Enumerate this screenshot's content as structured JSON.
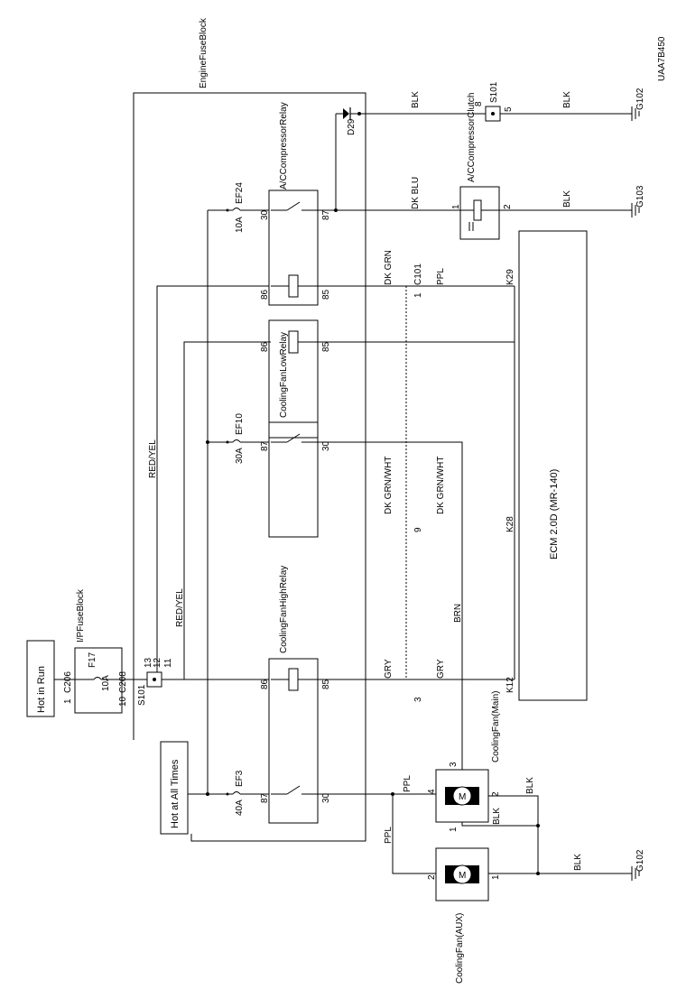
{
  "diagram_id": "UAA7B450",
  "labels": {
    "hot_in_run": "Hot in Run",
    "hot_at_all_times": "Hot at All Times",
    "ip_fuse_block": "I/PFuseBlock",
    "engine_fuse_block": "EngineFuseBlock",
    "ecm": "ECM 2.0D (MR-140)",
    "s101_left": "S101",
    "s101_right": "S101",
    "d29": "D29"
  },
  "fuses": {
    "f17": {
      "name": "F17",
      "rating": "10A"
    },
    "ef3": {
      "name": "EF3",
      "rating": "40A"
    },
    "ef10": {
      "name": "EF10",
      "rating": "30A"
    },
    "ef24": {
      "name": "EF24",
      "rating": "10A"
    }
  },
  "connectors": {
    "c206": "C206",
    "c208": "C208",
    "c101": "C101",
    "c206_pin": "1",
    "c208_pin": "10",
    "s101_pin13": "13",
    "s101_pin12": "12",
    "s101_pin11": "11",
    "c101_pin1": "1",
    "c101_pin9": "9",
    "c101_pin3": "3"
  },
  "relays": {
    "high": {
      "name": "CoolingFanHighRelay",
      "pins": [
        "86",
        "85",
        "87",
        "30"
      ]
    },
    "low": {
      "name": "CoolingFanLowRelay",
      "pins": [
        "86",
        "85",
        "87",
        "30"
      ]
    },
    "ac": {
      "name": "A/CCompressorRelay",
      "pins": [
        "86",
        "85",
        "30",
        "87"
      ]
    }
  },
  "components": {
    "fan_main": {
      "name": "CoolingFan(Main)",
      "pins": [
        "4",
        "3",
        "2",
        "1"
      ]
    },
    "fan_aux": {
      "name": "CoolingFan(AUX)",
      "pins": [
        "2",
        "1"
      ]
    },
    "ac_clutch": {
      "name": "A/CCompressorClutch",
      "pins": [
        "1",
        "2"
      ]
    },
    "s101_pins": [
      "8",
      "5"
    ]
  },
  "ecm_pins": {
    "k29": "K29",
    "k28": "K28",
    "k12": "K12"
  },
  "wires": {
    "red_yel_1": "RED/YEL",
    "red_yel_2": "RED/YEL",
    "dk_grn_1": "DK GRN",
    "dk_grn_wht_1": "DK GRN/WHT",
    "dk_grn_wht_2": "DK GRN/WHT",
    "ppl_1": "PPL",
    "ppl_2": "PPL",
    "ppl_3": "PPL",
    "gry_1": "GRY",
    "gry_2": "GRY",
    "brn": "BRN",
    "blk_1": "BLK",
    "blk_2": "BLK",
    "blk_3": "BLK",
    "blk_4": "BLK",
    "blk_5": "BLK",
    "blk_6": "BLK",
    "dk_blu": "DK BLU"
  },
  "grounds": {
    "g102_top": "G102",
    "g103": "G103",
    "g102_bottom": "G102"
  }
}
